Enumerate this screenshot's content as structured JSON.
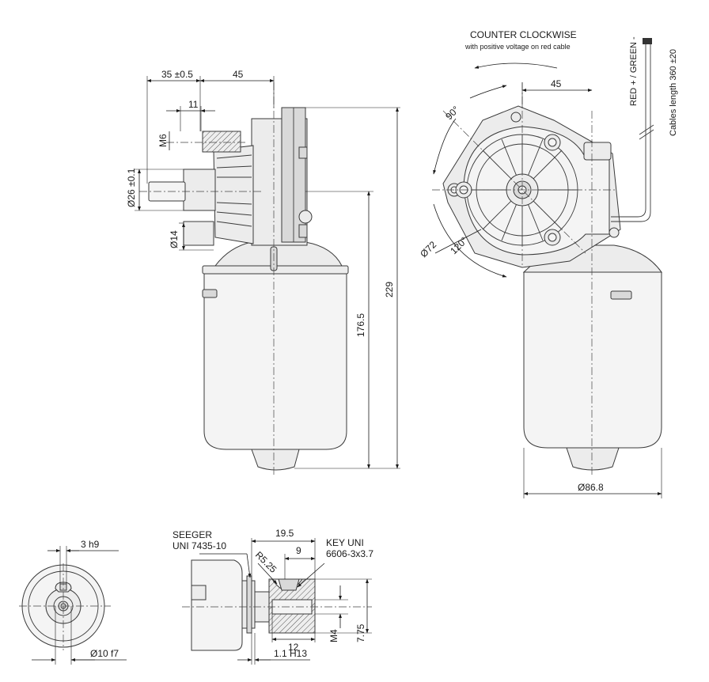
{
  "rotation": {
    "title": "COUNTER CLOCKWISE",
    "subtitle": "with positive voltage on red cable"
  },
  "cable": {
    "polarity": "RED + / GREEN -",
    "length": "Cables length 360 ±20"
  },
  "side_view": {
    "dims": {
      "offset": "35 ±0.5",
      "flange": "45",
      "key_gap": "11",
      "thread": "M6",
      "pilot": "Ø26 ±0.1",
      "shaft_body": "Ø14",
      "housing_height": "176.5",
      "overall_height": "229"
    }
  },
  "front_view": {
    "dims": {
      "angle_top": "90°",
      "angle_bottom": "120°",
      "bolt_circle": "Ø72",
      "width": "45",
      "motor_diameter": "Ø86.8"
    }
  },
  "shaft_end_view": {
    "dims": {
      "key_width": "3 h9",
      "shaft_diameter": "Ø10 f7"
    }
  },
  "shaft_section": {
    "labels": {
      "seeger_line1": "SEEGER",
      "seeger_line2": "UNI 7435-10",
      "key_line1": "KEY UNI",
      "key_line2": "6606-3x3.7"
    },
    "dims": {
      "length": "19.5",
      "radius": "R5.25",
      "key_len": "9",
      "thread_depth": "12",
      "thread": "M4",
      "height": "7.75",
      "groove": "1.1 H13"
    }
  }
}
